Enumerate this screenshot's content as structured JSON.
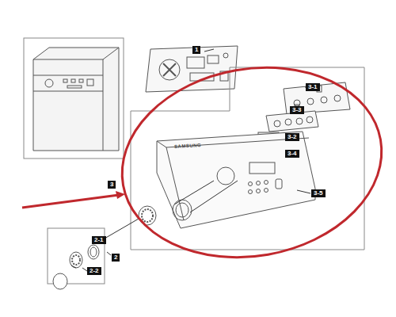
{
  "diagram": {
    "labels": [
      "1",
      "3-1",
      "3-3",
      "3-2",
      "3-4",
      "3",
      "3-5",
      "2-1",
      "2",
      "2-2",
      "SAMSUNG"
    ]
  }
}
